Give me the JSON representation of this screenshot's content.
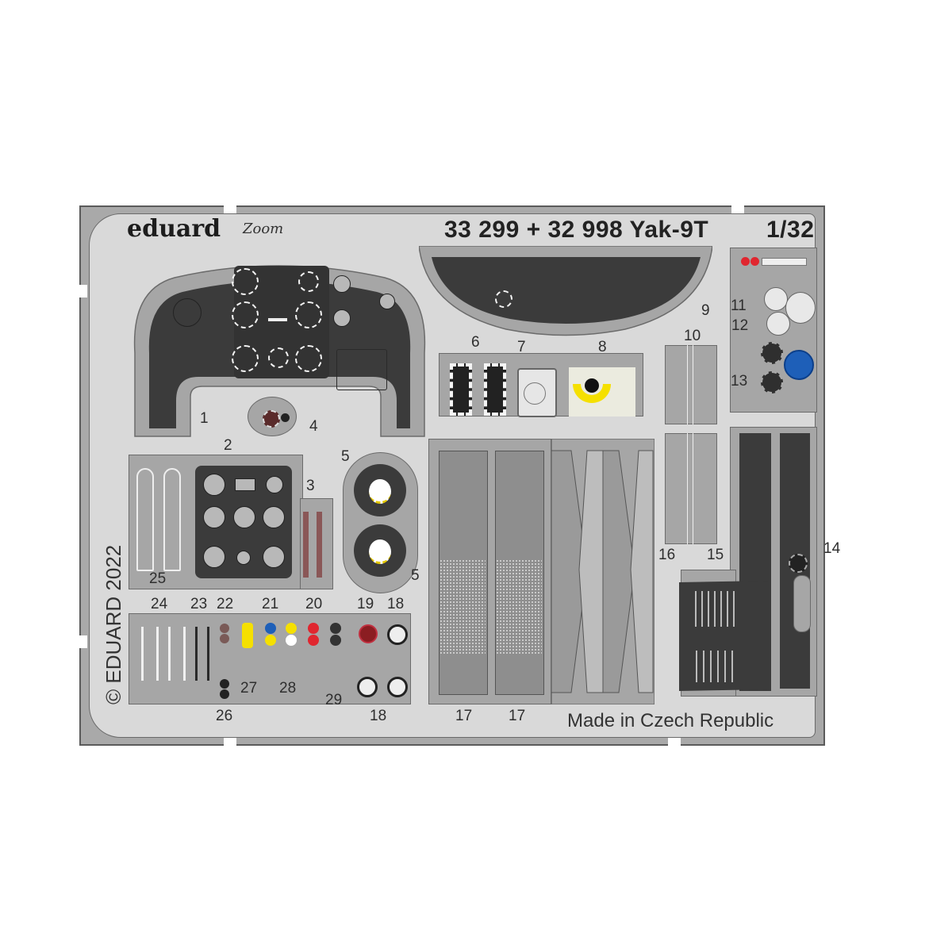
{
  "header": {
    "brand": "eduard",
    "sub_brand": "Zoom",
    "title": "33 299 + 32 998  Yak-9T",
    "scale": "1/32"
  },
  "footer": {
    "made_in": "Made in Czech Republic",
    "copyright": "© EDUARD 2022"
  },
  "colors": {
    "fret_border": "#a9a9a9",
    "sheet": "#d9d9d9",
    "part": "#a6a6a6",
    "panel_dark": "#3b3b3b",
    "accent_red": "#e0262f",
    "accent_yellow": "#f5e000",
    "accent_blue": "#1e5fb8",
    "accent_brown": "#7a5a57"
  },
  "part_labels": {
    "p1": "1",
    "p2": "2",
    "p3": "3",
    "p4": "4",
    "p5a": "5",
    "p5b": "5",
    "p6": "6",
    "p7": "7",
    "p8": "8",
    "p9": "9",
    "p10": "10",
    "p11": "11",
    "p12": "12",
    "p13": "13",
    "p14": "14",
    "p15": "15",
    "p16": "16",
    "p17a": "17",
    "p17b": "17",
    "p18a": "18",
    "p18b": "18",
    "p19": "19",
    "p20": "20",
    "p21": "21",
    "p22": "22",
    "p23": "23",
    "p24": "24",
    "p25": "25",
    "p26": "26",
    "p27": "27",
    "p28": "28",
    "p29": "29"
  }
}
